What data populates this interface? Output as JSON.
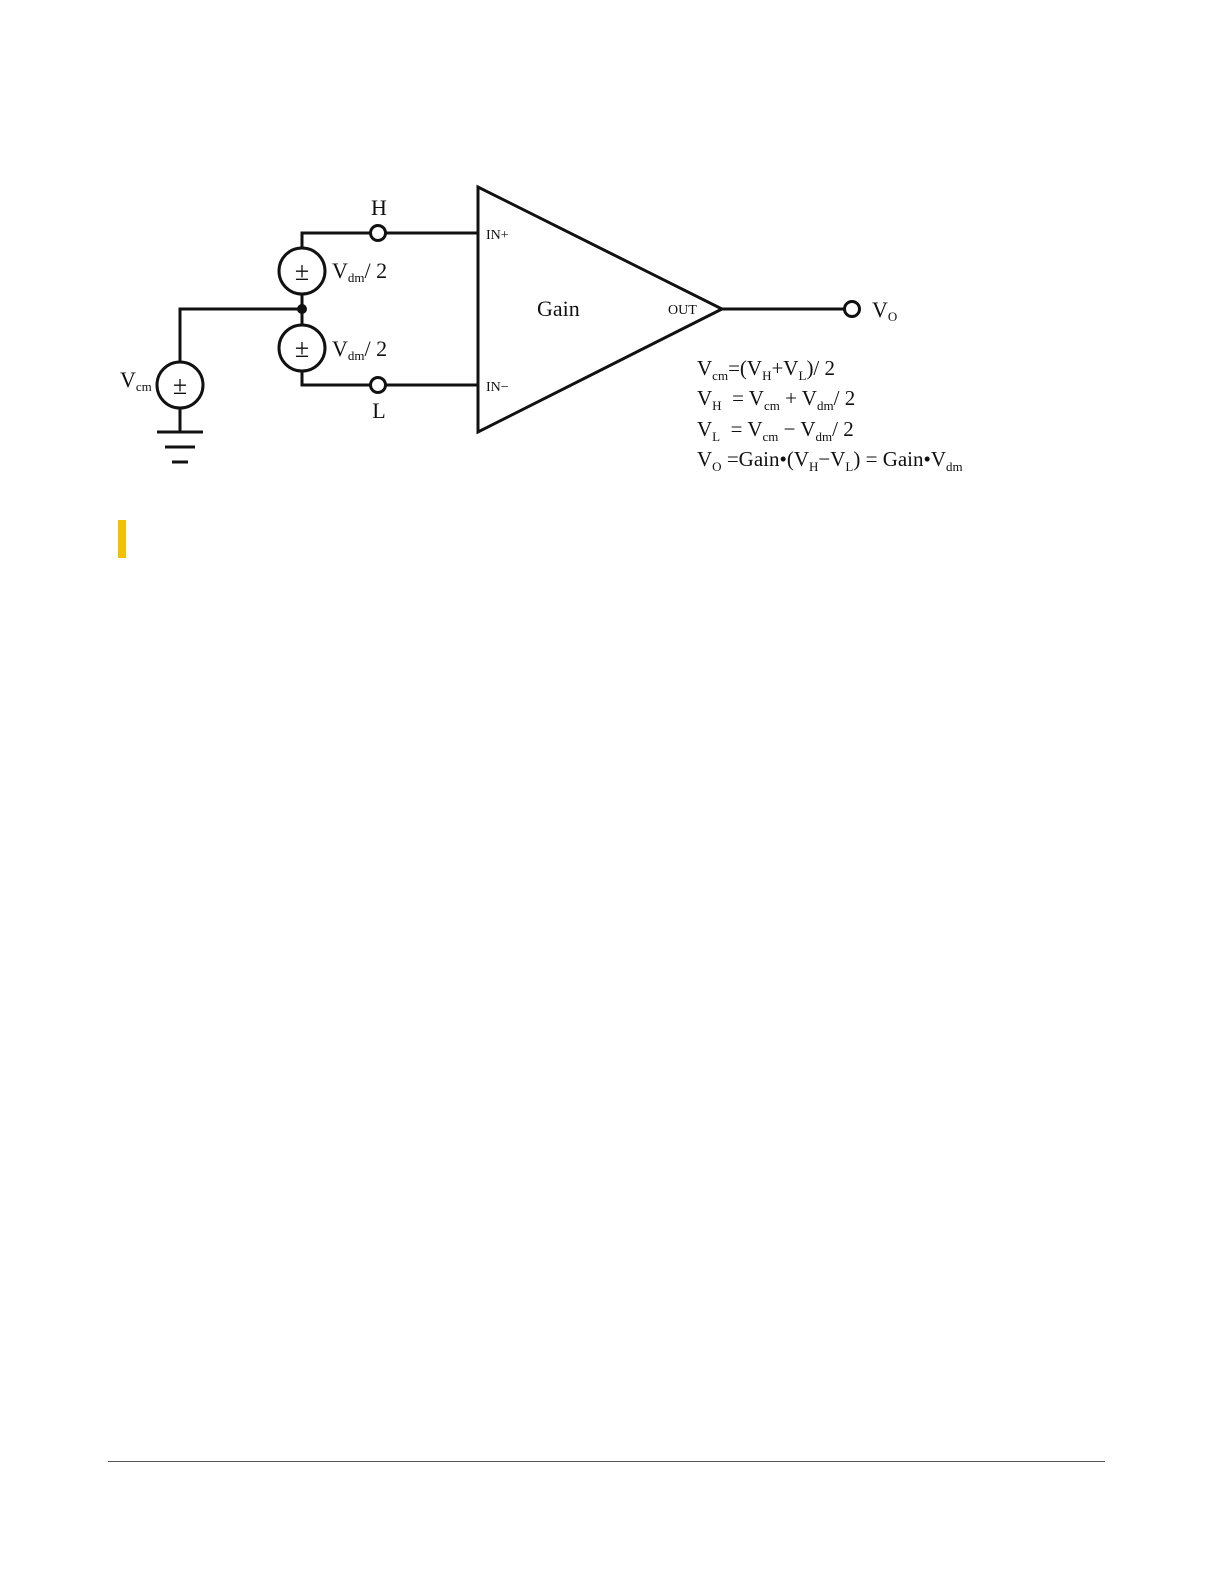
{
  "labels": {
    "node_h": "H",
    "node_l": "L",
    "in_plus": "IN+",
    "in_minus": "IN−",
    "gain": "Gain",
    "out": "OUT",
    "vo_main": "V",
    "vo_sub": "O",
    "vcm_main": "V",
    "vcm_sub": "cm",
    "vdm_top_main": "V",
    "vdm_top_sub": "dm",
    "vdm_top_tail": "/ 2",
    "vdm_bot_main": "V",
    "vdm_bot_sub": "dm",
    "vdm_bot_tail": "/ 2",
    "source_symbol": "±"
  },
  "equations": {
    "eq1": [
      {
        "t": "V"
      },
      {
        "t": "cm",
        "sub": true
      },
      {
        "t": "=(V"
      },
      {
        "t": "H",
        "sub": true
      },
      {
        "t": "+V"
      },
      {
        "t": "L",
        "sub": true
      },
      {
        "t": ")/ 2"
      }
    ],
    "eq2": [
      {
        "t": "V"
      },
      {
        "t": "H",
        "sub": true
      },
      {
        "t": "  = V"
      },
      {
        "t": "cm",
        "sub": true
      },
      {
        "t": " + V"
      },
      {
        "t": "dm",
        "sub": true
      },
      {
        "t": "/ 2"
      }
    ],
    "eq3": [
      {
        "t": "V"
      },
      {
        "t": "L",
        "sub": true
      },
      {
        "t": "  = V"
      },
      {
        "t": "cm",
        "sub": true
      },
      {
        "t": " − V"
      },
      {
        "t": "dm",
        "sub": true
      },
      {
        "t": "/ 2"
      }
    ],
    "eq4": [
      {
        "t": "V"
      },
      {
        "t": "O",
        "sub": true
      },
      {
        "t": " =Gain•(V"
      },
      {
        "t": "H",
        "sub": true
      },
      {
        "t": "−V"
      },
      {
        "t": "L",
        "sub": true
      },
      {
        "t": ") = Gain•V"
      },
      {
        "t": "dm",
        "sub": true
      }
    ]
  },
  "colors": {
    "accent_bar": "#f2c200",
    "line": "#111111"
  }
}
